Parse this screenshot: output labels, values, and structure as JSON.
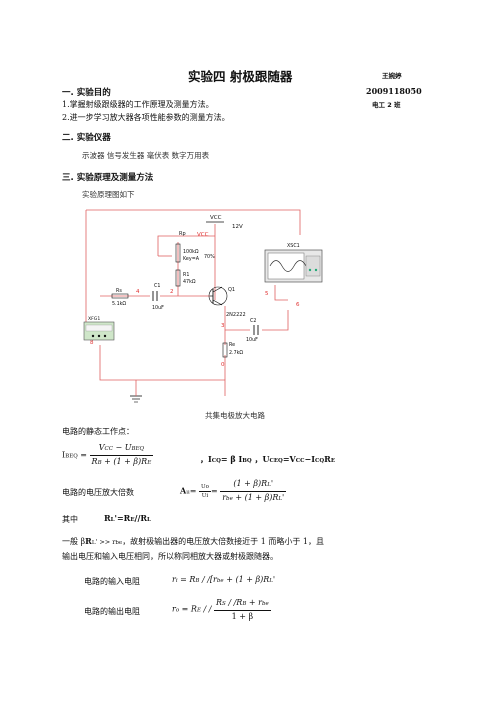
{
  "header": {
    "title": "实验四  射极跟随器",
    "author": "王婉婷",
    "student_id": "2009118050",
    "class": "电工 2 班"
  },
  "sections": {
    "s1_title": "一. 实验目的",
    "s1_item1": "1.掌握射级跟级器的工作原理及测量方法。",
    "s1_item2": "2.进一步学习放大器各项性能参数的测量方法。",
    "s2_title": "二. 实验仪器",
    "s2_items": "示波器  信号发生器  毫伏表  数字万用表",
    "s3_title": "三. 实验原理及测量方法",
    "s3_intro": "实验原理图如下"
  },
  "circuit": {
    "vcc_label": "VCC",
    "vcc_value": "12V",
    "rp_label": "Rp",
    "rp_vcc": "VCC",
    "rp_value": "100kΩ",
    "rp_key": "Key=A",
    "rp_percent": "70%",
    "r1_label": "R1",
    "r1_value": "47kΩ",
    "rs_label": "Rs",
    "rs_value": "5.1kΩ",
    "c1_label": "C1",
    "c1_value": "10uF",
    "c2_label": "C2",
    "c2_value": "10uF",
    "q1_label": "Q1",
    "q1_model": "2N2222",
    "re_label": "Re",
    "re_value": "2.7kΩ",
    "xsc1_label": "XSC1",
    "xfg1_label": "XFG1",
    "node_4": "4",
    "node_2": "2",
    "node_3": "3",
    "node_0": "0",
    "node_5": "5",
    "node_8": "8",
    "node_6": "6",
    "caption": "共集电极放大电路"
  },
  "text": {
    "static_point": "电路的静态工作点：",
    "voltage_gain": "电路的电压放大倍数",
    "where": "其中",
    "general_line1": "一般   β",
    "general_line1_b": "，故射极输出器的电压放大倍数接近于 1 而略小于 1，且",
    "general_line2": "输出电压和输入电压相同，所以称同相放大器或射极跟随器。",
    "input_resistance": "电路的输入电阻",
    "output_resistance": "电路的输出电阻"
  },
  "formulas": {
    "ibeq_lhs": "I",
    "ibeq_sub": "BEQ",
    "ibeq_num": "V",
    "ibeq_num_sub1": "CC",
    "ibeq_num_minus": " − U",
    "ibeq_num_sub2": "BEQ",
    "ibeq_den": "R",
    "ibeq_den_sub1": "B",
    "ibeq_den_mid": " + (1 + β)R",
    "ibeq_den_sub2": "E",
    "icq": "，I",
    "icq_sub": "CQ",
    "icq_eq": "= β I",
    "icq_sub2": "BQ",
    "uceq": " ，U",
    "uceq_sub": "CEQ",
    "uceq_eq": "=V",
    "uceq_sub2": "CC",
    "uceq_minus": "−I",
    "uceq_sub3": "CQ",
    "uceq_r": "R",
    "uceq_sub4": "E",
    "au": "A",
    "au_sub": "u",
    "au_eq": "=",
    "au_uo": "Uo",
    "au_ui": "Ui",
    "au_eq2": "=",
    "au_num": "(1 + β)R",
    "au_num_sub": "L",
    "au_num_p": "'",
    "au_den": "r",
    "au_den_sub": "be",
    "au_den_mid": " + (1 + β)R",
    "au_den_sub2": "L",
    "au_den_p": "'",
    "rl": "R",
    "rl_sub": "L",
    "rl_eq": "'=R",
    "rl_sub2": "E",
    "rl_par": "//R",
    "rl_sub3": "L",
    "gen_rl": "R",
    "gen_rl_sub": "L",
    "gen_rl_p": "'  >> r",
    "gen_rl_sub2": "be",
    "ri": "r",
    "ri_sub": "i",
    "ri_eq": " = R",
    "ri_sub2": "B",
    "ri_mid": " / /[r",
    "ri_sub3": "be",
    "ri_end": " + (1 + β)R",
    "ri_sub4": "L",
    "ri_p": "'",
    "ro": "r",
    "ro_sub": "o",
    "ro_eq": " = R",
    "ro_sub2": "E",
    "ro_par": " / /",
    "ro_num": "R",
    "ro_num_sub": "S",
    "ro_num_mid": " / /R",
    "ro_num_sub2": "B",
    "ro_num_end": " + r",
    "ro_num_sub3": "be",
    "ro_den": "1 + β"
  }
}
